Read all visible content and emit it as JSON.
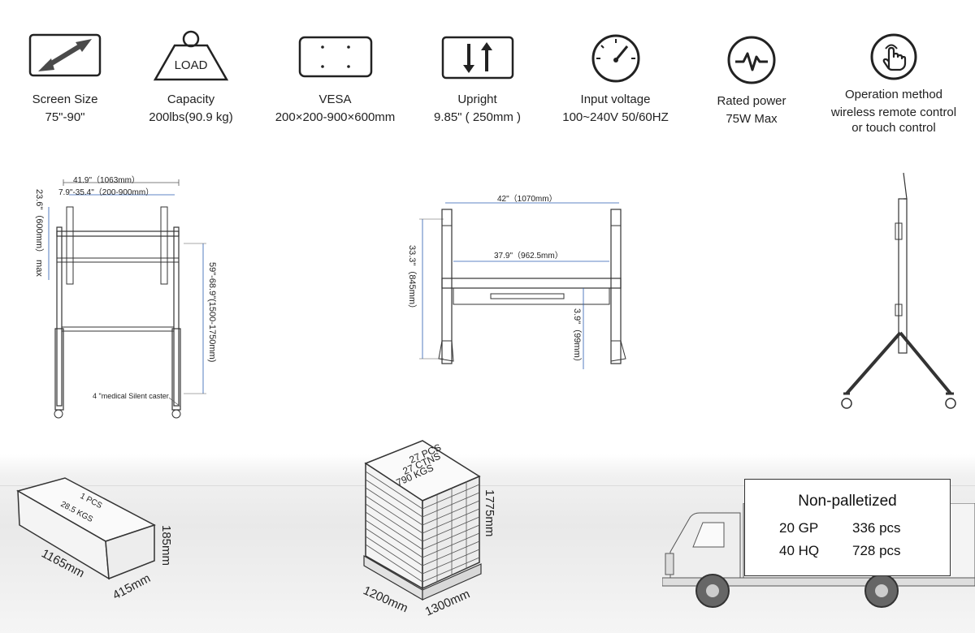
{
  "specs": [
    {
      "id": "screen-size",
      "title": "Screen Size",
      "value": "75\"-90\"",
      "icon": "diagonal-arrow-icon"
    },
    {
      "id": "capacity",
      "title": "Capacity",
      "value": "200lbs(90.9 kg)",
      "icon": "weight-icon",
      "icon_text": "LOAD"
    },
    {
      "id": "vesa",
      "title": "VESA",
      "value": "200×200-900×600mm",
      "icon": "vesa-pattern-icon"
    },
    {
      "id": "upright",
      "title": "Upright",
      "value": "9.85\" ( 250mm )",
      "icon": "up-down-arrows-icon"
    },
    {
      "id": "input-voltage",
      "title": "Input voltage",
      "value": "100~240V 50/60HZ",
      "icon": "gauge-icon"
    },
    {
      "id": "rated-power",
      "title": "Rated power",
      "value": "75W Max",
      "icon": "pulse-icon"
    },
    {
      "id": "operation-method",
      "title": "Operation method",
      "value": "wireless remote control",
      "value2": "or touch control",
      "icon": "touch-hand-icon"
    }
  ],
  "front_view": {
    "width_label": "41.9\"（1063mm）",
    "vesa_width_label": "7.9\"-35.4\"（200-900mm）",
    "vesa_height_label": "23.6\"（600mm） max",
    "height_label": "59\"-68.9\"(1500-1750mm)",
    "caster_label": "4 \"medical Silent caster"
  },
  "top_view": {
    "width_label": "42\"（1070mm）",
    "inner_width_label": "37.9\"（962.5mm）",
    "depth_label": "33.3\"（845mm）",
    "offset_label": "3.9\"（99mm）"
  },
  "package_single": {
    "line1": "1 PCS",
    "line2": "28.5 KGS",
    "length": "1165mm",
    "depth": "415mm",
    "height": "185mm"
  },
  "package_pallet": {
    "line1": "27 PCS",
    "line2": "27 CTNS",
    "line3": "790 KGS",
    "height": "1775mm",
    "width": "1200mm",
    "depth": "1300mm"
  },
  "shipping": {
    "title": "Non-palletized",
    "rows": [
      {
        "container": "20 GP",
        "qty": "336 pcs"
      },
      {
        "container": "40 HQ",
        "qty": "728 pcs"
      }
    ]
  }
}
